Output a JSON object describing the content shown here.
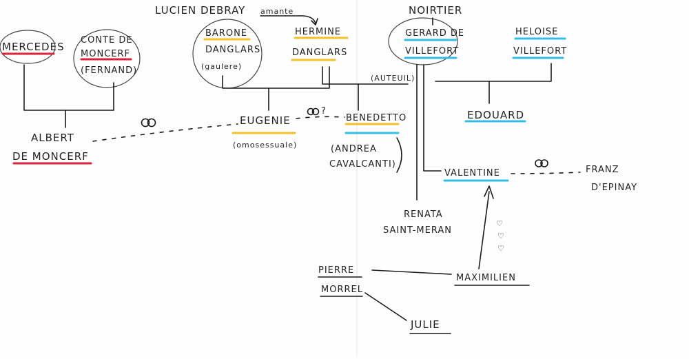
{
  "people": {
    "mercedes": "MERCEDES",
    "conte_line1": "CONTE DE",
    "conte_line2": "MONCERF",
    "conte_line3": "(FERNAND)",
    "baronne_line1": "BARONE",
    "baronne_line2": "DANGLARS",
    "baronne_line3": "(gaulere)",
    "ermine_line1": "HERMINE",
    "ermine_line2": "DANGLARS",
    "lucien": "LUCIEN DEBRAY",
    "amante": "amante",
    "noirtier": "NOIRTIER",
    "gerard_line1": "GERARD DE",
    "gerard_line2": "VILLEFORT",
    "heloise_line1": "HELOISE",
    "heloise_line2": "VILLEFORT",
    "auteuil": "(AUTEUIL)",
    "albert_line1": "ALBERT",
    "albert_line2": "DE MONCERF",
    "eugenie": "EUGENIE",
    "eugenie_note": "(omosessuale)",
    "question": "?",
    "benedetto": "BENEDETTO",
    "benedetto_note1": "(ANDREA",
    "benedetto_note2": "CAVALCANTI)",
    "edouard": "EDOUARD",
    "valentine": "VALENTINE",
    "franz_line1": "FRANZ",
    "franz_line2": "D'EPINAY",
    "renata_line1": "RENATA",
    "renata_line2": "SAINT-MERAN",
    "maximilien": "MAXIMILIEN",
    "pierre_line1": "PIERRE",
    "pierre_line2": "MORREL",
    "julie": "JULIE"
  },
  "colors": {
    "red": "#d8233a",
    "yellow": "#f3c02c",
    "cyan": "#33bde6",
    "ink": "#1a1a1a"
  },
  "icons": {
    "ring": "wedding-rings-icon",
    "heart": "heart-icon"
  }
}
